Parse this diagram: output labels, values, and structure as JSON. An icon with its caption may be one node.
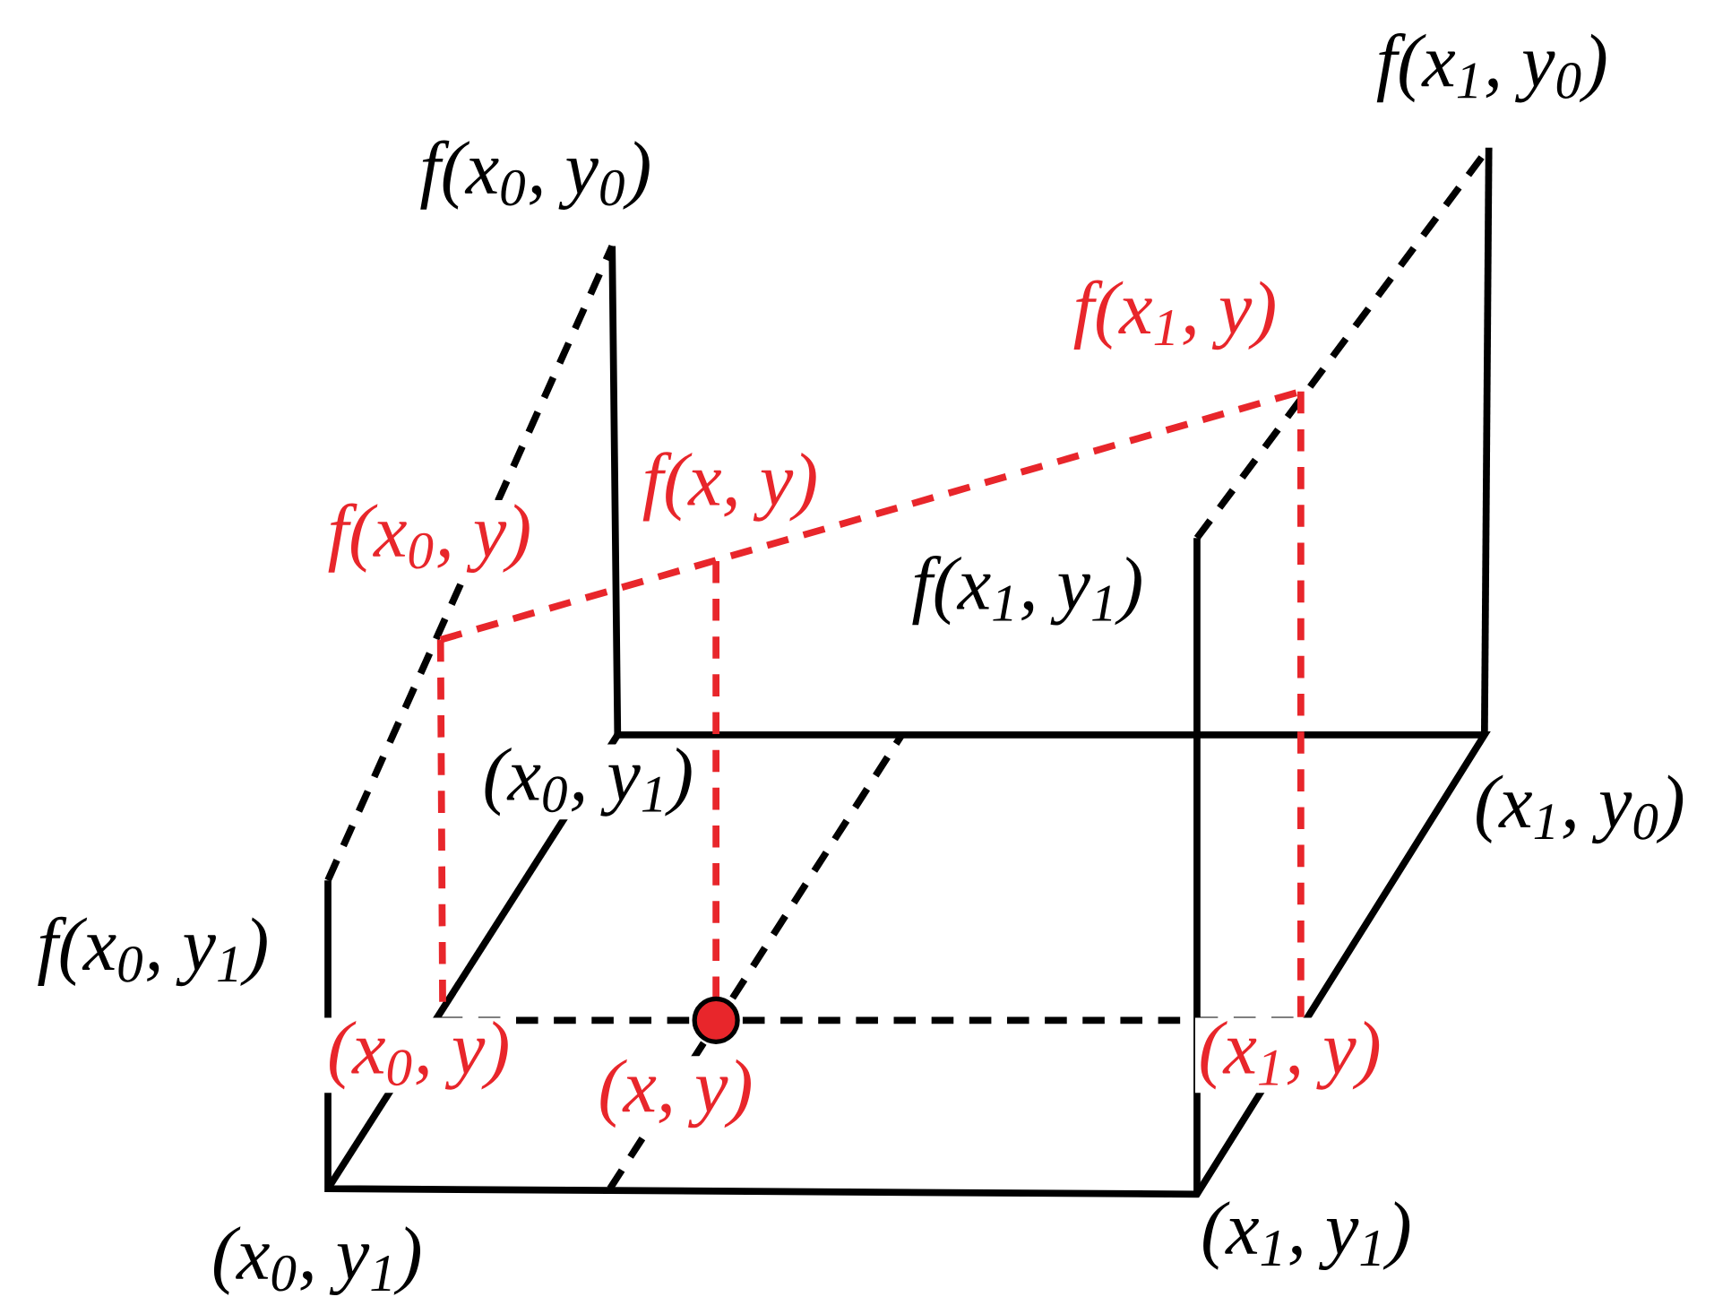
{
  "diagram": {
    "nodes": [
      {
        "text": [],
        "shape": "circle"
      }
    ],
    "labels": [
      "f(x$_{1}$, y$_{0}$)",
      "f(x$_{0}$, y$_{0}$)",
      "f(x$_{1}$, y)",
      "f(x, y)",
      "f(x$_{0}$, y)",
      "f(x$_{1}$, y$_{1}$)",
      "(x$_{0}$, y$_{1}$)",
      "(x$_{1}$, y$_{0}$)",
      "f(x$_{0}$, y$_{1}$)",
      "(x$_{0}$, y)",
      "(x, y)",
      "(x$_{1}$, y)",
      "(x$_{0}$, y$_{1}$)",
      "(x$_{1}$, y$_{1}$)"
    ]
  }
}
